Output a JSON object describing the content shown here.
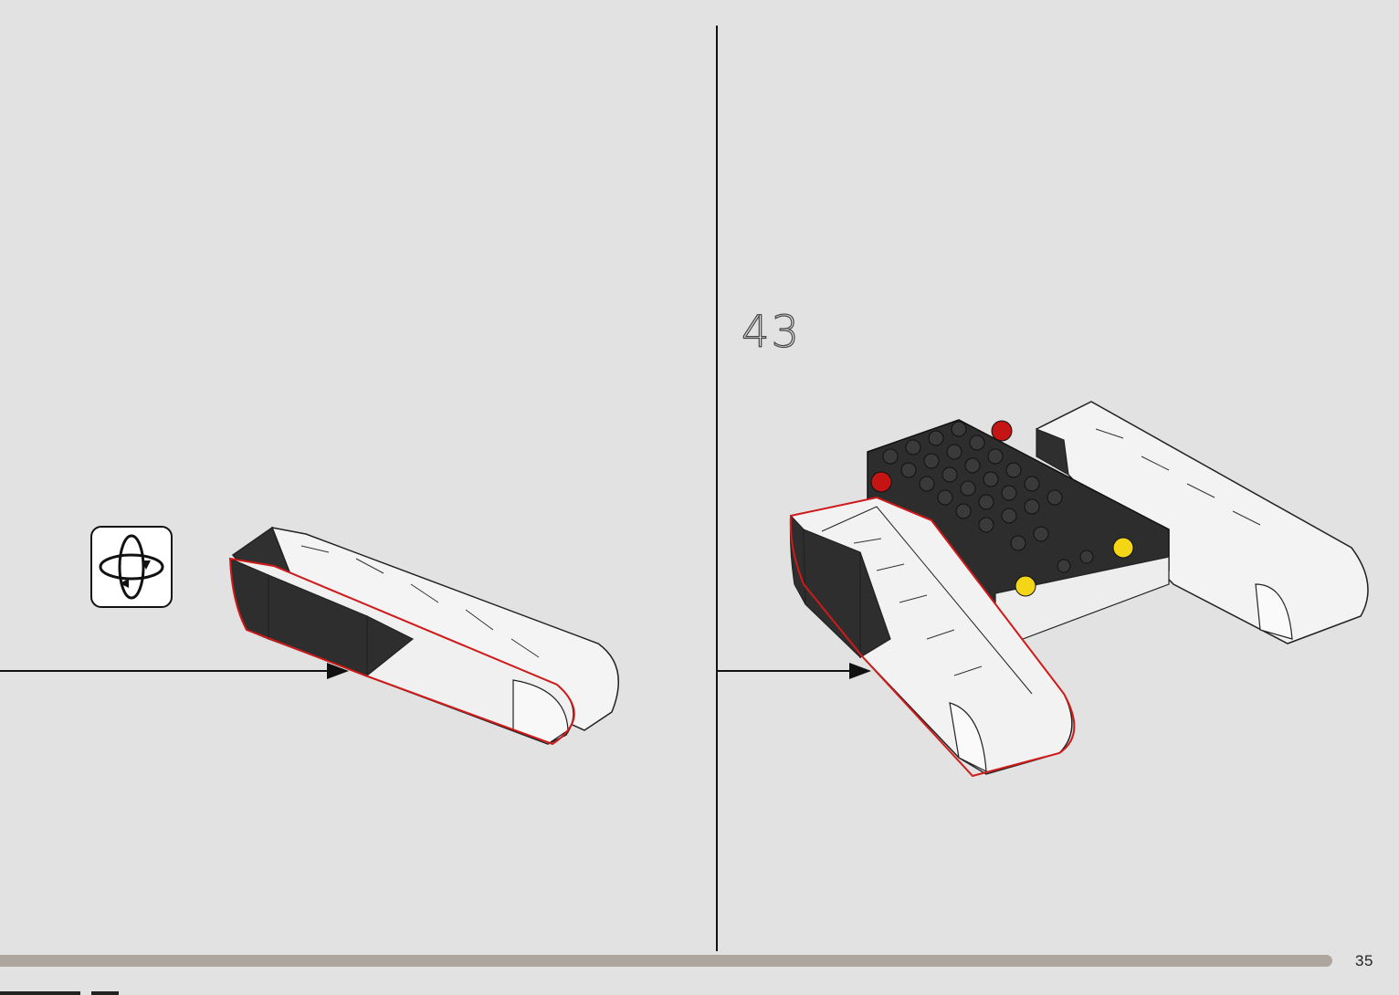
{
  "step": {
    "number": "43"
  },
  "page": {
    "number": "35",
    "progress_percent": 99.9
  },
  "icons": {
    "rotate": "rotate-model-icon",
    "arrow": "insertion-arrow-icon"
  },
  "colors": {
    "background": "#e2e2e2",
    "progress": "#aca69f",
    "highlight_outline": "#d11a1a",
    "brick_dark": "#2e2e2e",
    "brick_light": "#f2f2f2",
    "stud_red": "#c41414",
    "stud_yellow": "#f5d617"
  }
}
